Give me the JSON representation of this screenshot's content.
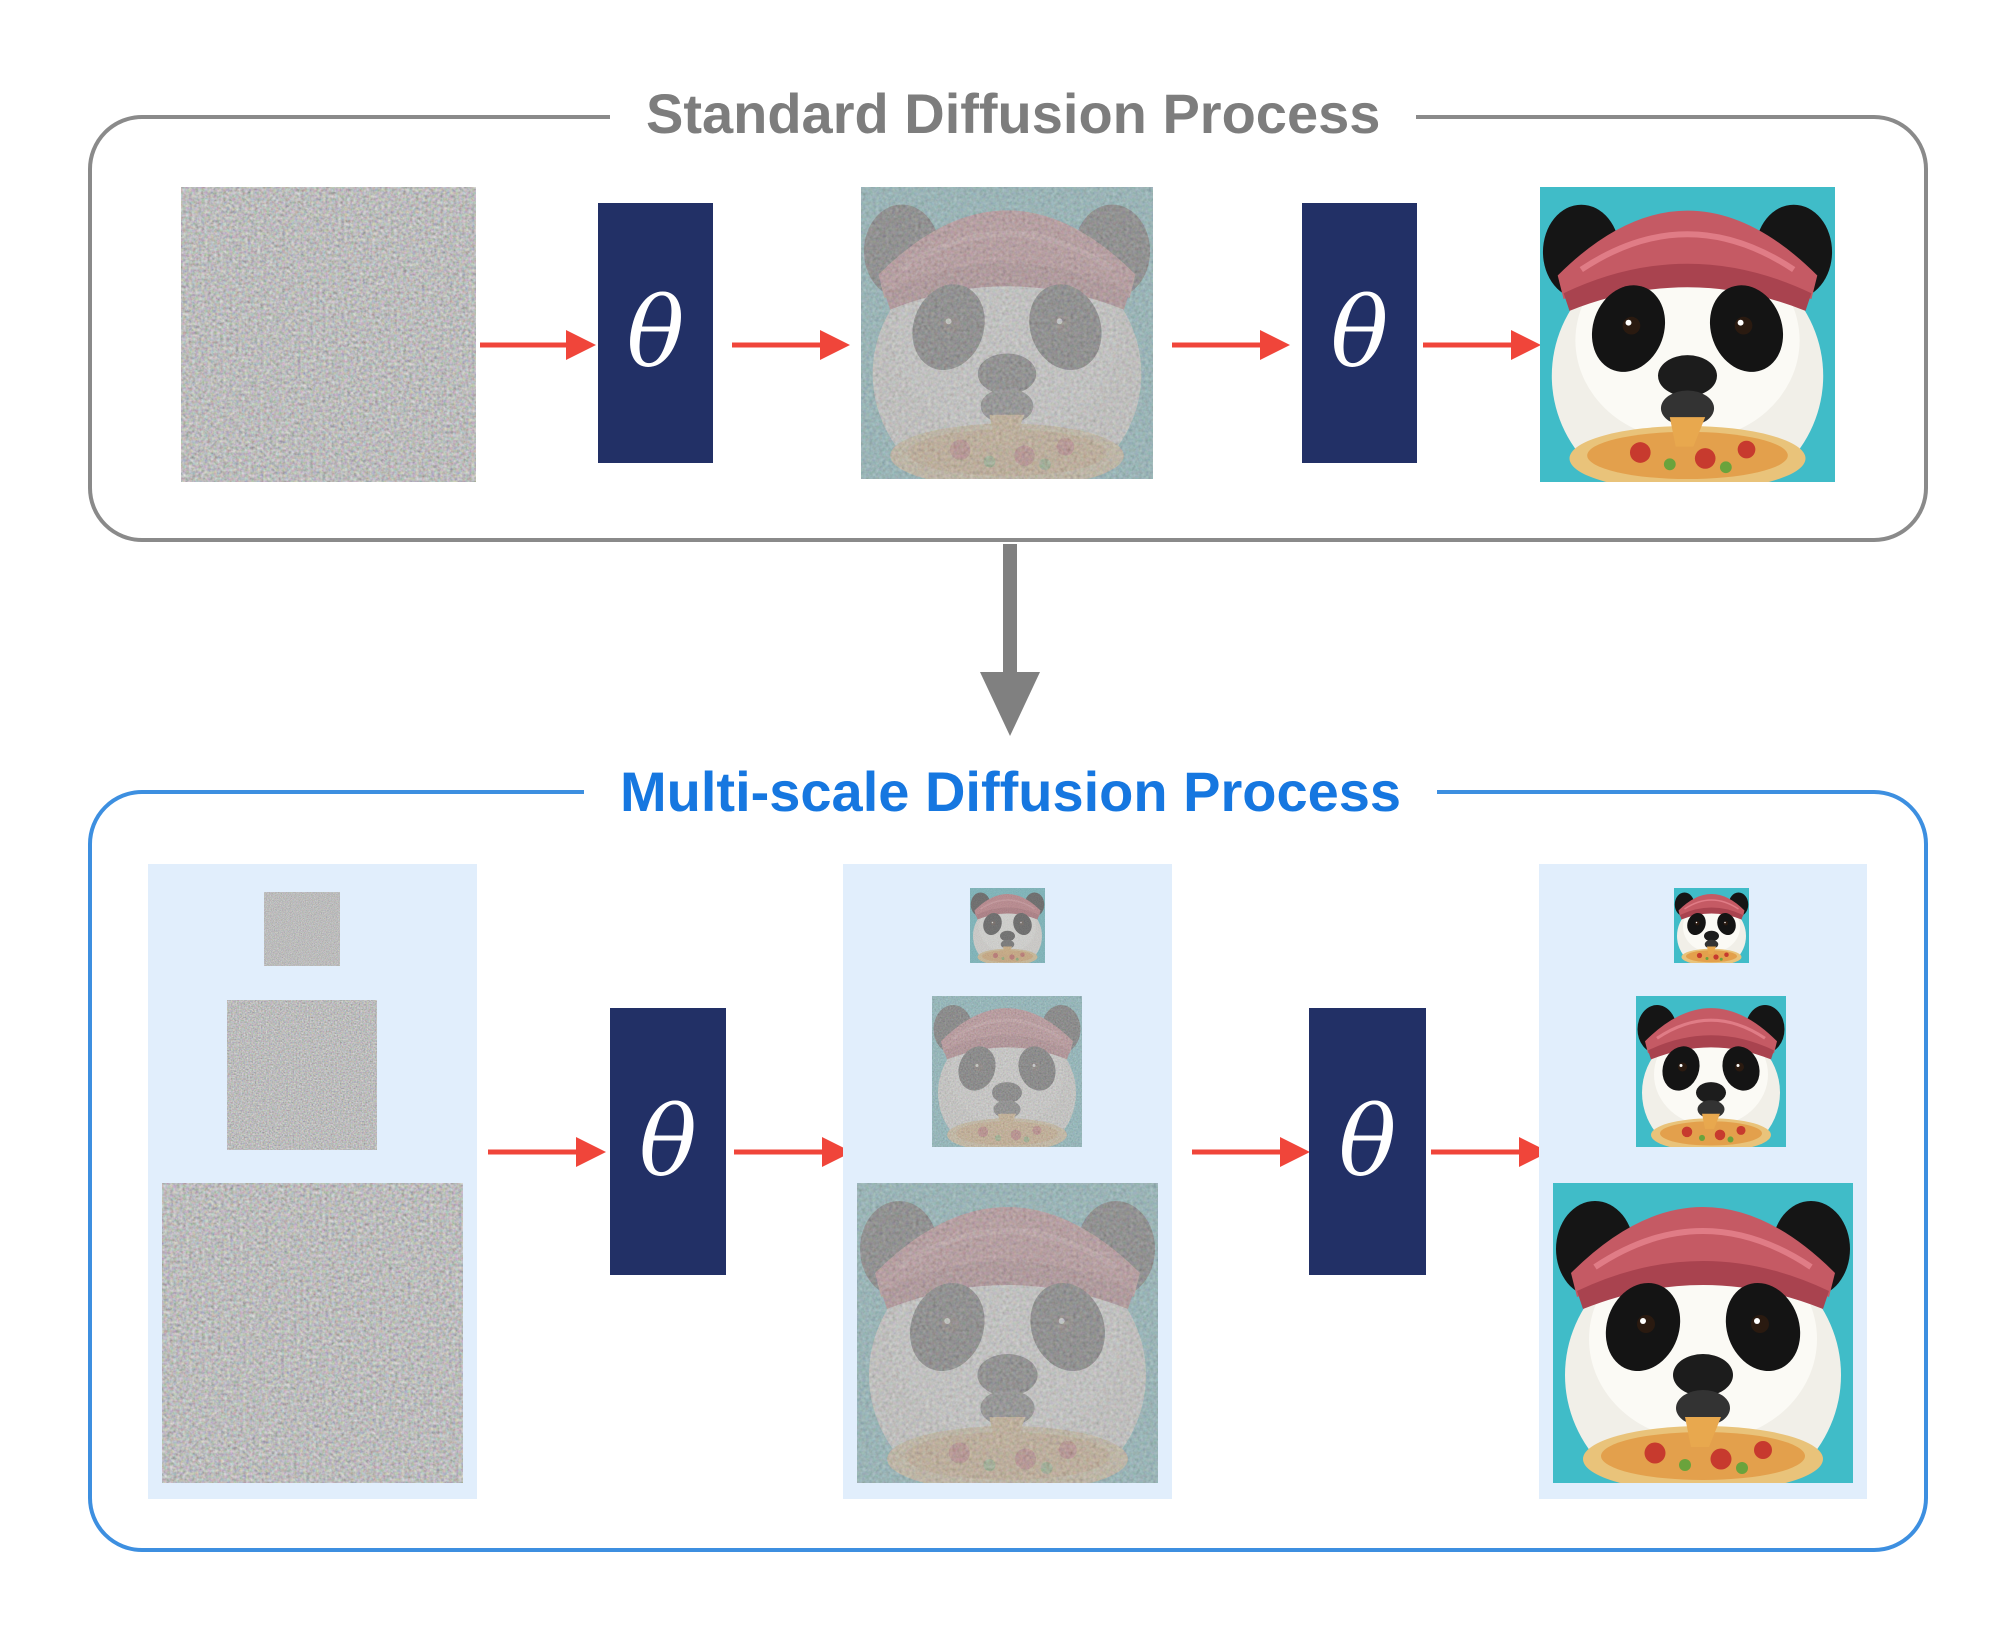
{
  "standard": {
    "title": "Standard Diffusion Process"
  },
  "multiscale": {
    "title": "Multi-scale Diffusion Process"
  },
  "model_symbol": "θ",
  "colors": {
    "standard_border": "#8a8a8a",
    "standard_title": "#7d7d7d",
    "multiscale_border": "#3d8fe0",
    "multiscale_title": "#1677e0",
    "model_block": "#223066",
    "arrow_red": "#f0453a",
    "down_arrow": "#808080",
    "scale_column_bg": "#e1eefc",
    "noise_gray": "#888888"
  },
  "images": {
    "noise": "noise-image",
    "noisy_panda": "noisy-panda-image",
    "clean_panda": "panda-in-knit-hat-eating-pizza-image"
  }
}
